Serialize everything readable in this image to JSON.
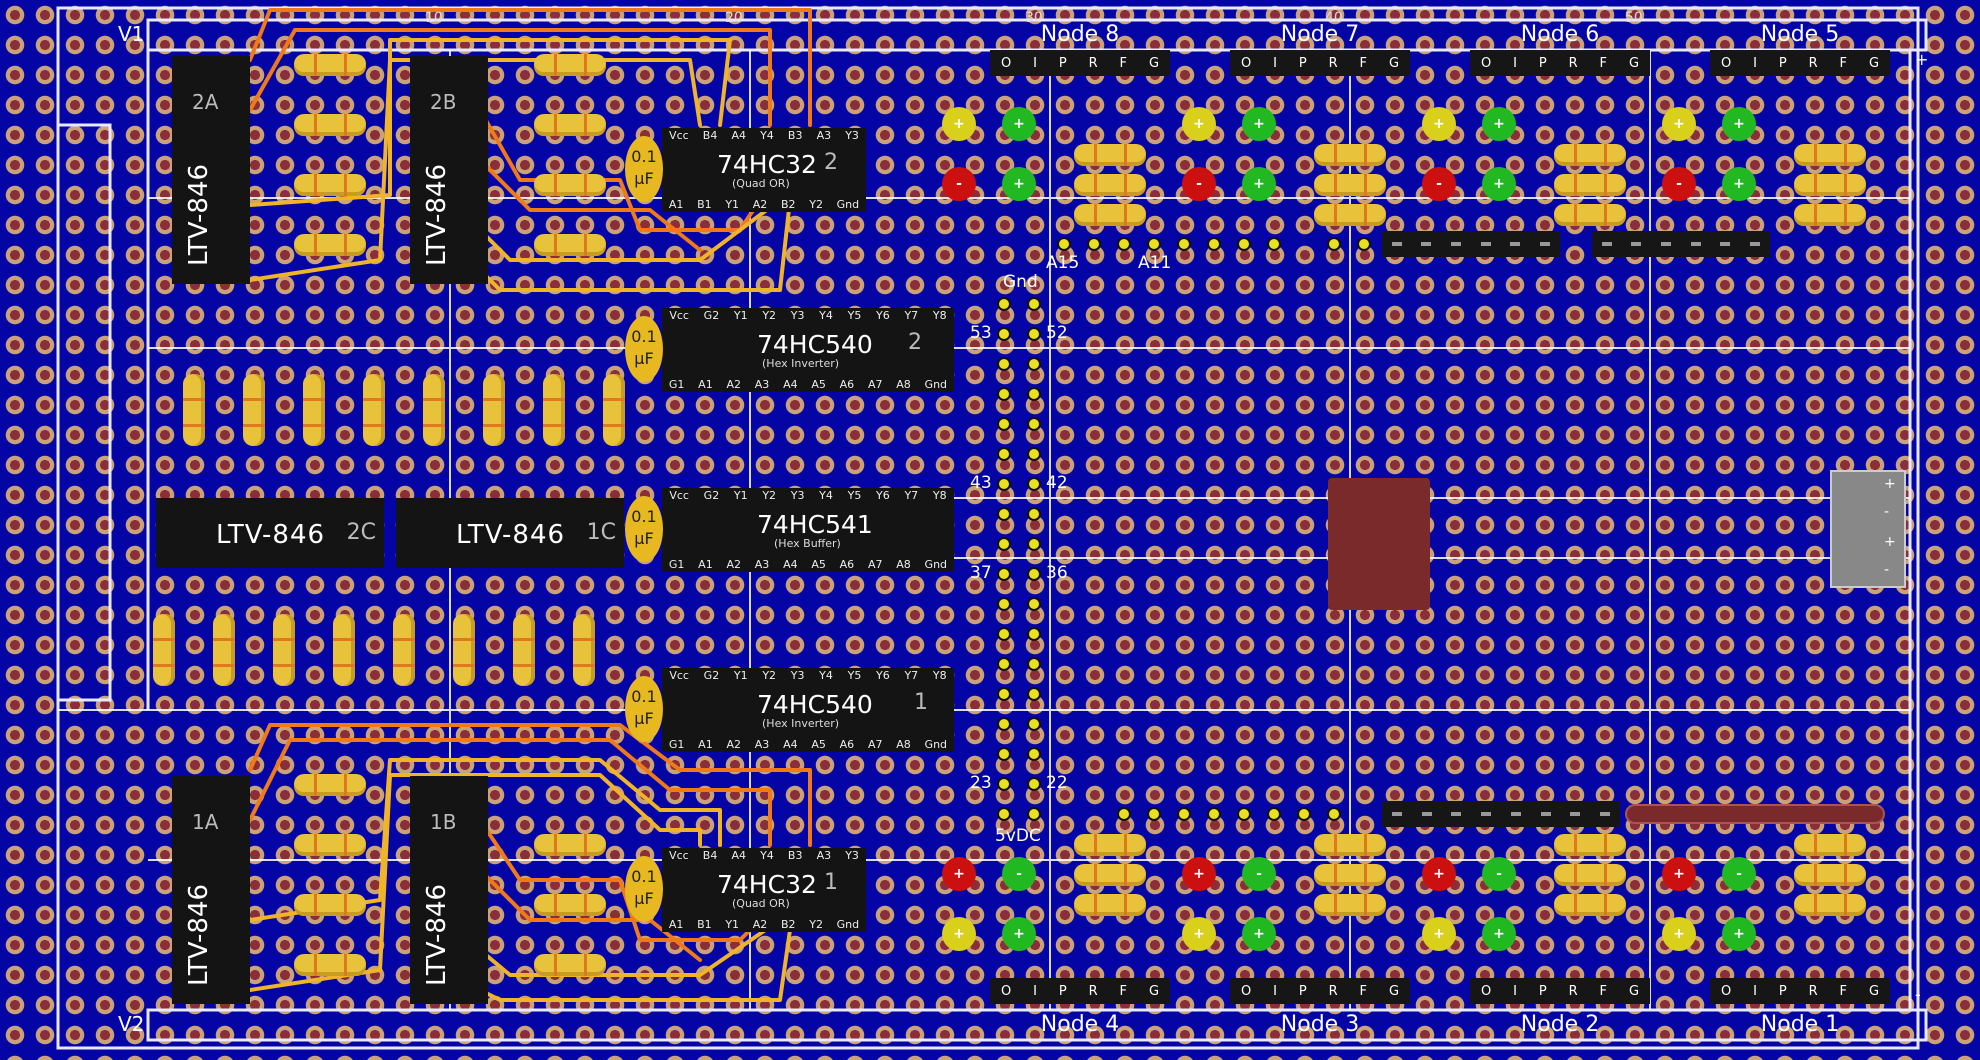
{
  "rails": {
    "v1": "V1",
    "v2": "V2",
    "plus": "+",
    "minus": "-"
  },
  "ticks": [
    "10",
    "20",
    "30",
    "40",
    "50"
  ],
  "nodes_top": [
    "Node 8",
    "Node 7",
    "Node 6",
    "Node 5"
  ],
  "nodes_bottom": [
    "Node 4",
    "Node 3",
    "Node 2",
    "Node 1"
  ],
  "header_pins": [
    "O",
    "I",
    "P",
    "R",
    "F",
    "G"
  ],
  "chips": [
    {
      "name": "74HC32",
      "sub": "(Quad OR)",
      "idx": "2",
      "top": [
        "Vcc",
        "B4",
        "A4",
        "Y4",
        "B3",
        "A3",
        "Y3"
      ],
      "bot": [
        "A1",
        "B1",
        "Y1",
        "A2",
        "B2",
        "Y2",
        "Gnd"
      ]
    },
    {
      "name": "74HC540",
      "sub": "(Hex Inverter)",
      "idx": "2",
      "top": [
        "Vcc",
        "G2",
        "Y1",
        "Y2",
        "Y3",
        "Y4",
        "Y5",
        "Y6",
        "Y7",
        "Y8"
      ],
      "bot": [
        "G1",
        "A1",
        "A2",
        "A3",
        "A4",
        "A5",
        "A6",
        "A7",
        "A8",
        "Gnd"
      ]
    },
    {
      "name": "74HC541",
      "sub": "(Hex Buffer)",
      "idx": "",
      "top": [
        "Vcc",
        "G2",
        "Y1",
        "Y2",
        "Y3",
        "Y4",
        "Y5",
        "Y6",
        "Y7",
        "Y8"
      ],
      "bot": [
        "G1",
        "A1",
        "A2",
        "A3",
        "A4",
        "A5",
        "A6",
        "A7",
        "A8",
        "Gnd"
      ]
    },
    {
      "name": "74HC540",
      "sub": "(Hex Inverter)",
      "idx": "1",
      "top": [
        "Vcc",
        "G2",
        "Y1",
        "Y2",
        "Y3",
        "Y4",
        "Y5",
        "Y6",
        "Y7",
        "Y8"
      ],
      "bot": [
        "G1",
        "A1",
        "A2",
        "A3",
        "A4",
        "A5",
        "A6",
        "A7",
        "A8",
        "Gnd"
      ]
    },
    {
      "name": "74HC32",
      "sub": "(Quad OR)",
      "idx": "1",
      "top": [
        "Vcc",
        "B4",
        "A4",
        "Y4",
        "B3",
        "A3",
        "Y3"
      ],
      "bot": [
        "A1",
        "B1",
        "Y1",
        "A2",
        "B2",
        "Y2",
        "Gnd"
      ]
    }
  ],
  "cap_label": "0.1 µF",
  "optos": [
    {
      "part": "LTV-846",
      "id": "2A"
    },
    {
      "part": "LTV-846",
      "id": "2B"
    },
    {
      "part": "LTV-846",
      "id": "2C"
    },
    {
      "part": "LTV-846",
      "id": "1C"
    },
    {
      "part": "LTV-846",
      "id": "1A"
    },
    {
      "part": "LTV-846",
      "id": "1B"
    }
  ],
  "pin_labels": {
    "gnd": "Gnd",
    "p53": "53",
    "p52": "52",
    "p43": "43",
    "p42": "42",
    "p37": "37",
    "p36": "36",
    "p23": "23",
    "p22": "22",
    "vdc": "5vDC",
    "a15": "A15",
    "a11": "A11"
  },
  "led_signs": {
    "plus": "+",
    "minus": "-"
  },
  "colors": {
    "board": "#0505a6",
    "wire_orange": "#f07a18",
    "wire_yellow": "#f0b428",
    "chip": "#141414",
    "resistor": "#e8c23a",
    "led_red": "#cc1010",
    "led_green": "#22b822",
    "led_yellow": "#d8d01a",
    "pad": "#7a2a2a",
    "rail": "#ffffff"
  }
}
